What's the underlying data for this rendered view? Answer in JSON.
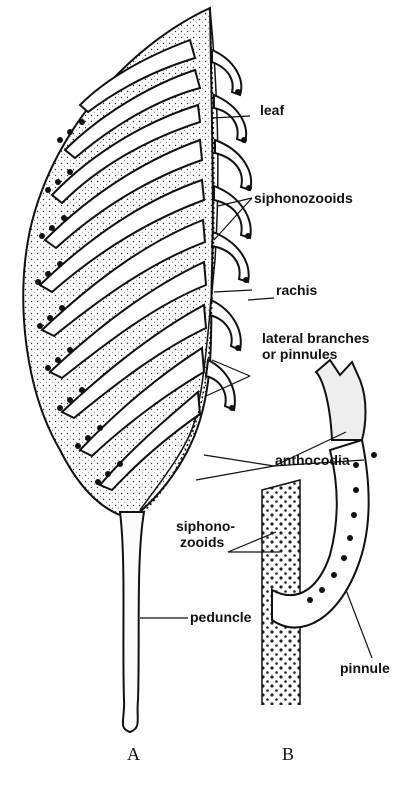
{
  "labels": {
    "leaf": "leaf",
    "siphonozooids": "siphonozooids",
    "rachis": "rachis",
    "lateral_line1": "lateral branches",
    "lateral_line2": "or pinnules",
    "anthocodia": "anthocodia",
    "siphono_line1": "siphono-",
    "siphono_line2": "zooids",
    "pinnule": "pinnule",
    "peduncle": "peduncle"
  },
  "figure_labels": {
    "a": "A",
    "b": "B"
  }
}
